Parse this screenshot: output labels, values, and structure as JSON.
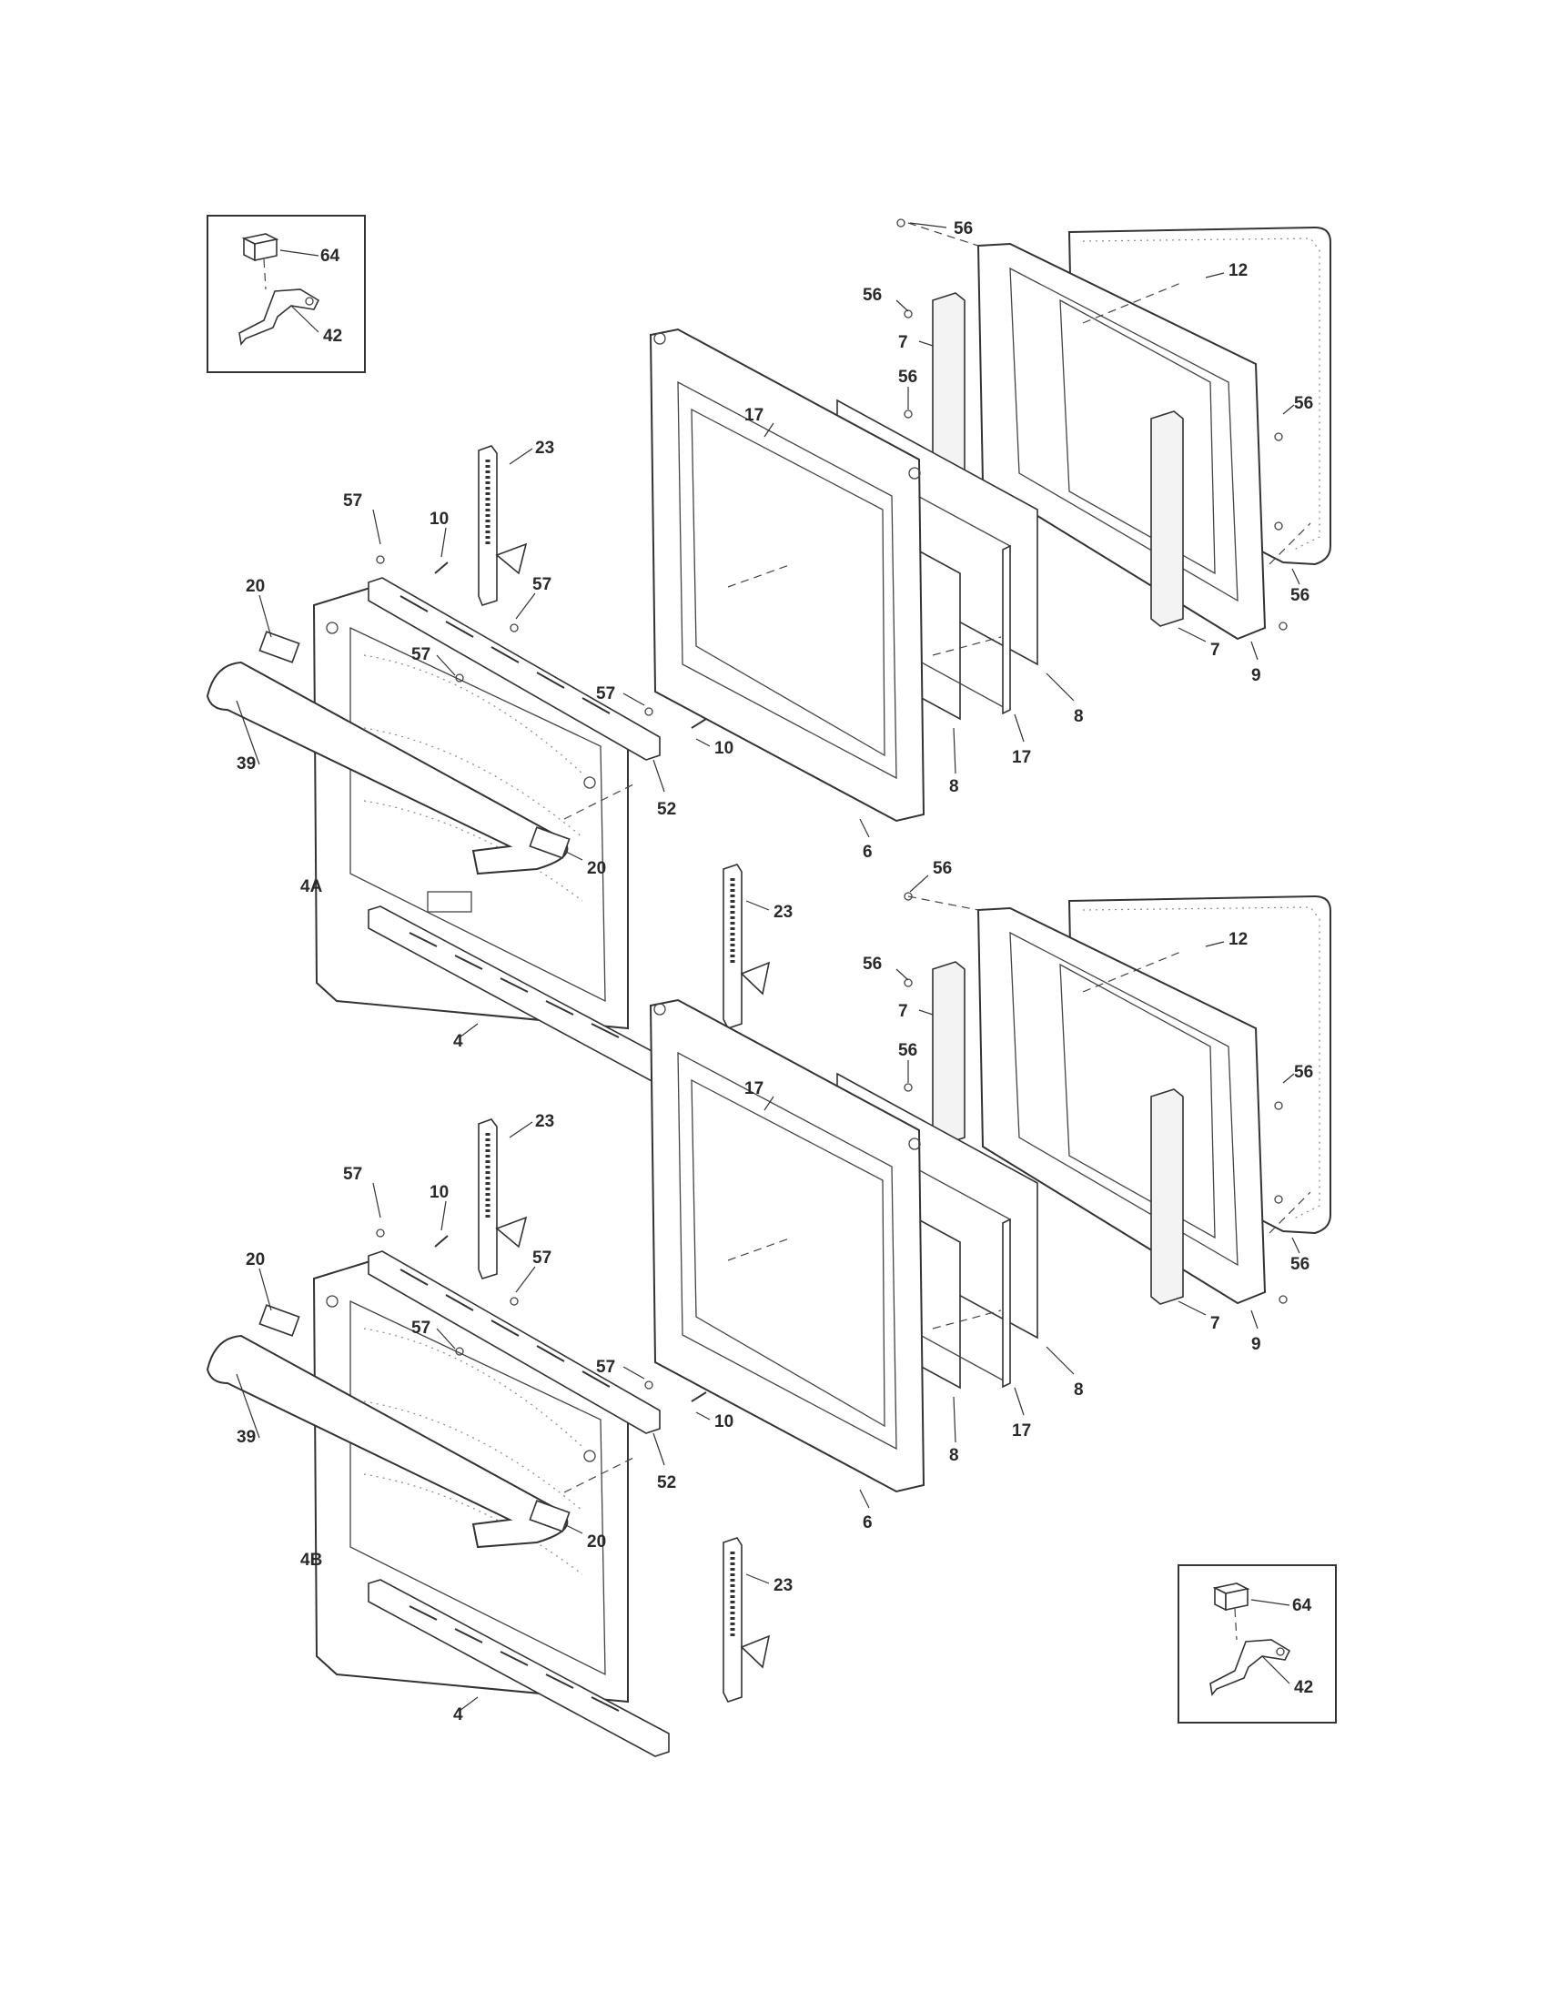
{
  "callouts": {
    "p4": "4",
    "p4A": "4A",
    "p4B": "4B",
    "p6": "6",
    "p7": "7",
    "p8": "8",
    "p9": "9",
    "p10": "10",
    "p12": "12",
    "p17": "17",
    "p20": "20",
    "p23": "23",
    "p39": "39",
    "p42": "42",
    "p52": "52",
    "p56": "56",
    "p57": "57",
    "p64": "64"
  }
}
